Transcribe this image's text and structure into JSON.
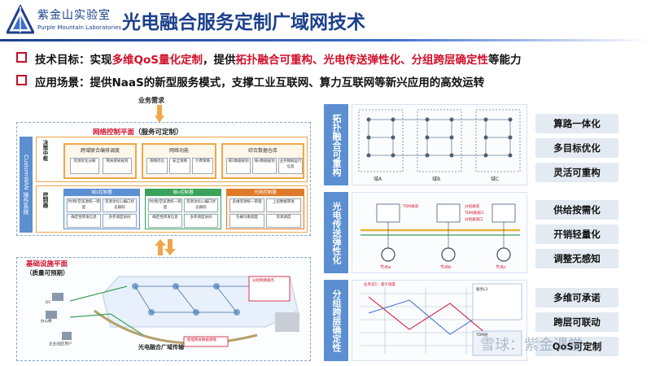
{
  "header": {
    "logo_cn": "紫金山实验室",
    "logo_en": "Purple Mountain Laboratories",
    "title": "光电融合服务定制广域网技术"
  },
  "bullets": [
    {
      "label": "技术目标：实现",
      "h1": "多维QoS量化定制",
      "mid": "，提供",
      "h2": "拓扑融合可重构、光电传送弹性化、分组跨层确定性",
      "tail": "等能力"
    },
    {
      "text": "应用场景：提供NaaS的新型服务模式，支撑工业互联网、算力互联网等新兴应用的高效运转"
    }
  ],
  "left": {
    "business_demand": "业务需求",
    "control_plane": "网络控制平面",
    "control_plane_sub": "（服务可定制）",
    "customwan": "CustomWAN 操作系统",
    "decision_hub": "决策中枢",
    "controller": "控制器",
    "decision_cols": [
      {
        "title": "跨域联合编排调度",
        "items": [
          "资源优化分解",
          "网关感知规划"
        ]
      },
      {
        "title": "网络功能",
        "items": [
          "策略优化",
          "安全策略",
          "计费策略"
        ]
      },
      {
        "title": "综合数据仓库",
        "items": [
          "域1数据规划",
          "域n数据规划",
          "业务数据运行信息"
        ]
      }
    ],
    "ctrl_cols": [
      {
        "title": "域1控制器",
        "items": [
          "时/频/空波源统一调度",
          "资源池化心编口状态跟踪",
          "确定性转发信息",
          "多参调度协同"
        ]
      },
      {
        "title": "域n控制器",
        "items": [
          "时/频/空波源统一调度",
          "资源池化心编口状态跟踪",
          "确定性转发信息",
          "多参调度协同"
        ]
      },
      {
        "title": "光网控制器",
        "items": [
          "多维资源统一管理",
          "上层数据转发",
          "负载均衡调度",
          "资源调度"
        ]
      }
    ],
    "infra_plane": "基础设施平面",
    "infra_plane_sub": "（质量可预期）",
    "network_label": "光电融合广域传输",
    "note_label": "新能网关数据保障",
    "small_labels": [
      "分组网络服务",
      "DC",
      "办公楼",
      "企业/园区用户"
    ]
  },
  "right": {
    "sections": [
      {
        "tag": "拓扑融合可重构",
        "labels": [
          "算路一体化",
          "多目标优化",
          "灵活可重构"
        ],
        "nodes": [
          "域A",
          "域B",
          "域C"
        ]
      },
      {
        "tag": "光电传送弹性化",
        "labels": [
          "供给按需化",
          "开销轻量化",
          "调整无感知"
        ],
        "nodes": [
          "节点a",
          "节点b",
          "节点c"
        ],
        "legend": [
          "TDM通道",
          "分组通道",
          "TDM通道口",
          "分组通道口"
        ]
      },
      {
        "tag": "分组跨层确定性",
        "labels": [
          "多维可承诺",
          "跨层可联动",
          "QoS可定制"
        ],
        "notes": [
          "业务流1：基于调度",
          "TDM层",
          "服务L3"
        ]
      }
    ]
  },
  "watermark": "雪球：紫金课堂",
  "colors": {
    "brand": "#1b3f8b",
    "highlight": "#d0102a",
    "section_tag": "#5b8fd1",
    "orange": "#f0a64a"
  }
}
